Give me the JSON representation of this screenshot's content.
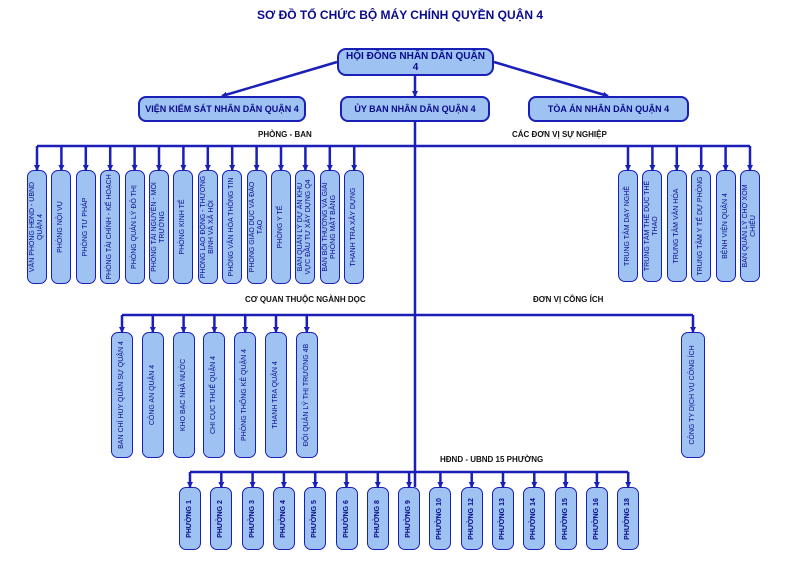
{
  "title": "SƠ ĐỒ TỔ CHỨC BỘ MÁY CHÍNH QUYỀN QUẬN 4",
  "top": {
    "council": "HỘI ĐỒNG NHÂN DÂN QUẬN 4",
    "procuracy": "VIỆN KIỂM SÁT NHÂN DÂN QUẬN 4",
    "committee": "ỦY BAN NHÂN DÂN QUẬN 4",
    "court": "TÒA ÁN NHÂN DÂN QUẬN 4"
  },
  "labels": {
    "departments": "PHÒNG - BAN",
    "service_units": "CÁC ĐƠN VỊ SỰ NGHIỆP",
    "vertical_agencies": "CƠ QUAN THUỘC NGÀNH DỌC",
    "public_units": "ĐƠN VỊ CÔNG ÍCH",
    "wards": "HĐND - UBND 15 PHƯỜNG"
  },
  "departments": [
    "VĂN PHÒNG HĐND - UBND QUẬN 4",
    "PHÒNG NỘI VỤ",
    "PHÒNG TƯ PHÁP",
    "PHÒNG TÀI CHÍNH - KẾ HOẠCH",
    "PHÒNG QUẢN LÝ ĐÔ THỊ",
    "PHÒNG TÀI NGUYÊN - MÔI TRƯỜNG",
    "PHÒNG KINH TẾ",
    "PHÒNG LAO ĐỘNG - THƯƠNG BINH VÀ XÃ HỘI",
    "PHÒNG VĂN HÓA THÔNG TIN",
    "PHÒNG GIÁO DỤC VÀ ĐÀO TẠO",
    "PHÒNG Y TẾ",
    "BAN QUẢN LÝ DỰ ÁN KHU VỰC ĐẦU TƯ XÂY DỰNG Q4",
    "BAN BỒI THƯỜNG VÀ GIẢI PHÓNG MẶT BẰNG",
    "THANH TRA XÂY DỰNG"
  ],
  "service_units": [
    "TRUNG TÂM DẠY NGHỀ",
    "TRUNG TÂM THỂ DỤC THỂ THAO",
    "TRUNG TÂM VĂN HÓA",
    "TRUNG TÂM Y TẾ DỰ PHÒNG",
    "BỆNH VIỆN QUẬN 4",
    "BAN QUẢN LÝ CHỢ XÓM CHIẾU"
  ],
  "vertical_agencies": [
    "BAN CHỈ HUY QUÂN SỰ QUẬN 4",
    "CÔNG AN QUẬN 4",
    "KHO BẠC NHÀ NƯỚC",
    "CHI CỤC THUẾ QUẬN 4",
    "PHÒNG THỐNG KÊ QUẬN 4",
    "THANH TRA QUẬN 4",
    "ĐỘI QUẢN LÝ THỊ TRƯỜNG 4B"
  ],
  "public_units": [
    "CÔNG TY DỊCH VỤ CÔNG ÍCH"
  ],
  "wards": [
    "PHƯỜNG 1",
    "PHƯỜNG 2",
    "PHƯỜNG 3",
    "PHƯỜNG 4",
    "PHƯỜNG 5",
    "PHƯỜNG 6",
    "PHƯỜNG 8",
    "PHƯỜNG 9",
    "PHƯỜNG 10",
    "PHƯỜNG 12",
    "PHƯỜNG 13",
    "PHƯỜNG 14",
    "PHƯỜNG 15",
    "PHƯỜNG 16",
    "PHƯỜNG 18"
  ],
  "colors": {
    "line": "#1a1fb8",
    "box_fill": "#9ec3f2",
    "text": "#0a0a8c"
  }
}
